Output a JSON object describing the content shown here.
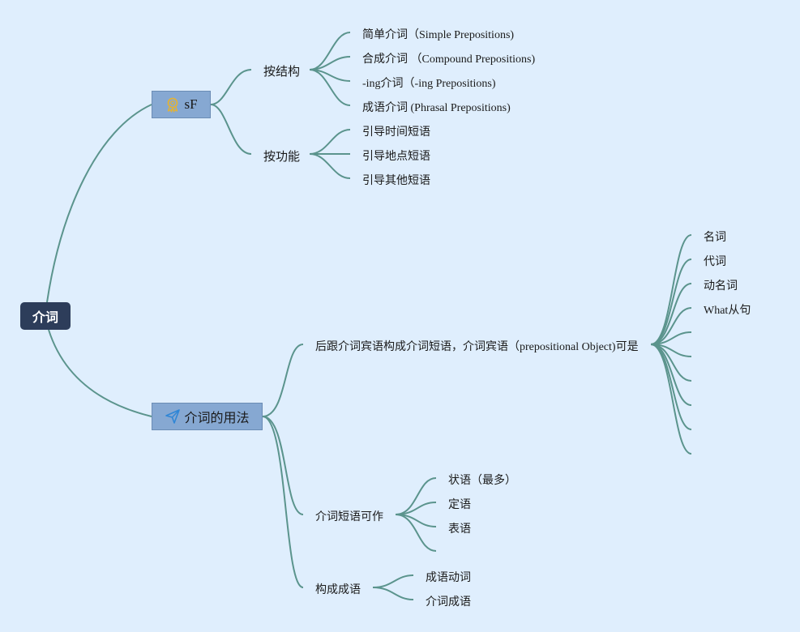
{
  "root": {
    "label": "介词"
  },
  "branch_structure": {
    "label": "sF",
    "icon": "award-badge-icon",
    "groups": [
      {
        "label": "按结构",
        "items": [
          "简单介词（Simple Prepositions)",
          "合成介词 （Compound Prepositions)",
          "-ing介词（-ing Prepositions)",
          "成语介词 (Phrasal Prepositions)"
        ]
      },
      {
        "label": "按功能",
        "items": [
          "引导时间短语",
          "引导地点短语",
          "引导其他短语"
        ]
      }
    ]
  },
  "branch_usage": {
    "label": "介词的用法",
    "icon": "paper-plane-icon",
    "groups": [
      {
        "label": "后跟介词宾语构成介词短语，介词宾语（prepositional Object)可是",
        "items": [
          "名词",
          "代词",
          "动名词",
          "What从句",
          "",
          "",
          "",
          "",
          "",
          ""
        ]
      },
      {
        "label": "介词短语可作",
        "items": [
          "状语（最多）",
          "定语",
          "表语",
          ""
        ]
      },
      {
        "label": "构成成语",
        "items": [
          "成语动词",
          "介词成语"
        ]
      }
    ]
  },
  "colors": {
    "background": "#dfeefd",
    "root": "#2d3d5a",
    "main_node": "#86a8d2",
    "connector": "#5b948d",
    "badge_icon": "#e0b23a",
    "plane_icon": "#2f86d6"
  }
}
